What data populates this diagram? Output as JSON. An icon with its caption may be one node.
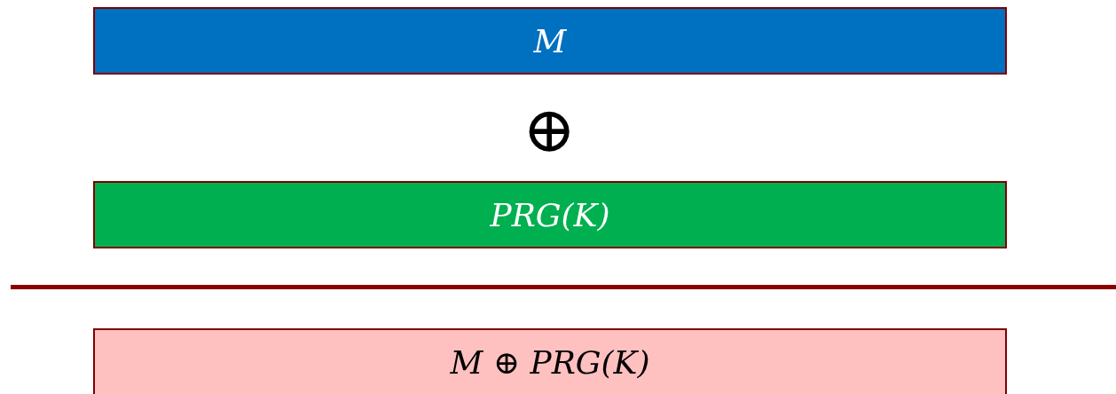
{
  "diagram": {
    "nodes": [
      {
        "text": [
          "M"
        ]
      },
      {
        "text": [
          "PRG(K)"
        ]
      },
      {
        "text": [
          "M ⊕ PRG(K)"
        ]
      }
    ],
    "labels": [
      "⊕"
    ]
  }
}
